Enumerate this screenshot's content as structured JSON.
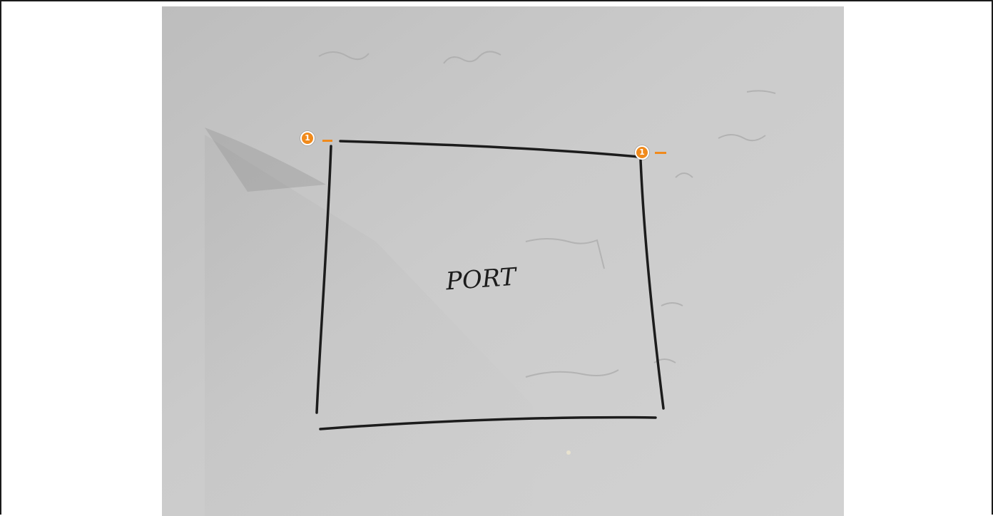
{
  "photo": {
    "subject": "paper-sketch",
    "paper_color": "#c9c9c9",
    "ink_color": "#1c1c1c"
  },
  "sketch": {
    "label": "PORT"
  },
  "annotations": {
    "marker_color": "#f08a1c",
    "markers": [
      {
        "number": "1"
      },
      {
        "number": "1"
      }
    ]
  }
}
